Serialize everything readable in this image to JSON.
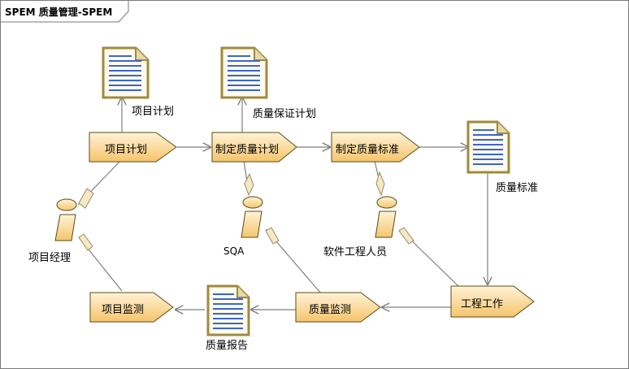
{
  "diagram": {
    "title": "SPEM 质量管理-SPEM"
  },
  "tasks": {
    "project_plan": "项目计划",
    "make_quality_plan": "制定质量计划",
    "make_quality_standard": "制定质量标准",
    "engineering_work": "工程工作",
    "quality_monitoring": "质量监测",
    "project_monitoring": "项目监测"
  },
  "work_products": {
    "project_plan": "项目计划",
    "qa_plan": "质量保证计划",
    "quality_standard": "质量标准",
    "quality_report": "质量报告"
  },
  "roles": {
    "project_manager": "项目经理",
    "sqa": "SQA",
    "software_engineer": "软件工程人员"
  },
  "colors": {
    "task_fill_top": "#fff3cf",
    "task_fill_bottom": "#f6c66e",
    "doc_border": "#a08a3c",
    "doc_lines": "#3b66c9",
    "role_fill": "#fde6a8",
    "diamond_fill": "#f5e8c4",
    "line": "#808080"
  }
}
